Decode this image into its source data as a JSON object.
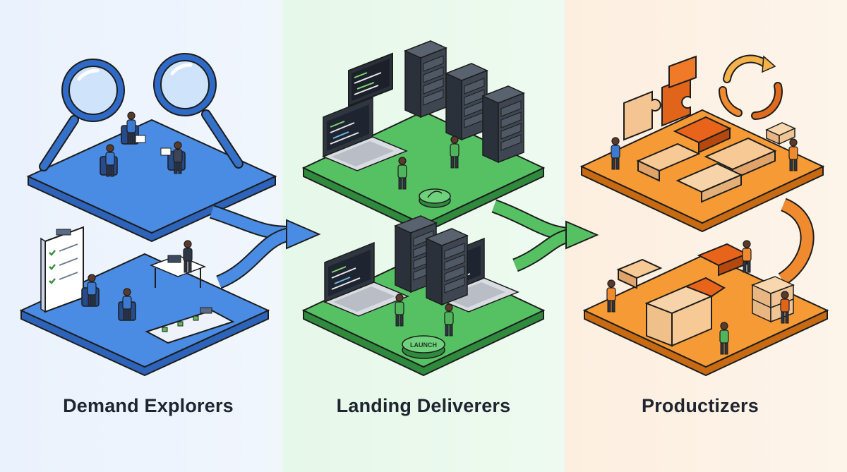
{
  "columns": [
    {
      "id": "demand",
      "label": "Demand Explorers",
      "color": "#3f7fde",
      "bg": "#e9f1fc"
    },
    {
      "id": "landing",
      "label": "Landing Deliverers",
      "color": "#4db85e",
      "bg": "#e8f8ea"
    },
    {
      "id": "product",
      "label": "Productizers",
      "color": "#f29a36",
      "bg": "#fdf1e4"
    }
  ],
  "launch_button_label": "LAUNCH",
  "icons": [
    "magnifier-icon",
    "checklist-icon",
    "clipboard-icon",
    "server-rack-icon",
    "laptop-icon",
    "code-monitor-icon",
    "launch-button-icon",
    "puzzle-piece-icon",
    "cycle-arrows-icon",
    "box-stack-icon",
    "person-icon",
    "flow-arrow-icon"
  ]
}
